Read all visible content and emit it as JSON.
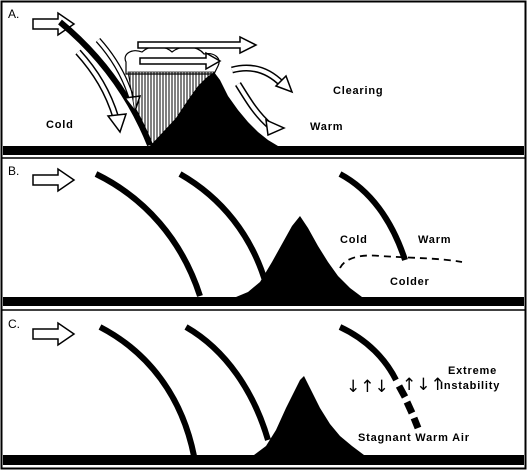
{
  "panels": [
    {
      "label": "A.",
      "texts": {
        "cold": "Cold",
        "clearing": "Clearing",
        "warm": "Warm"
      }
    },
    {
      "label": "B.",
      "texts": {
        "cold": "Cold",
        "warm": "Warm",
        "colder": "Colder"
      }
    },
    {
      "label": "C.",
      "texts": {
        "extreme": "Extreme",
        "instability": "Instability",
        "stagnant": "Stagnant Warm Air",
        "arrows_left": "↓↑↓",
        "arrows_right": "↑↓↑"
      }
    }
  ]
}
